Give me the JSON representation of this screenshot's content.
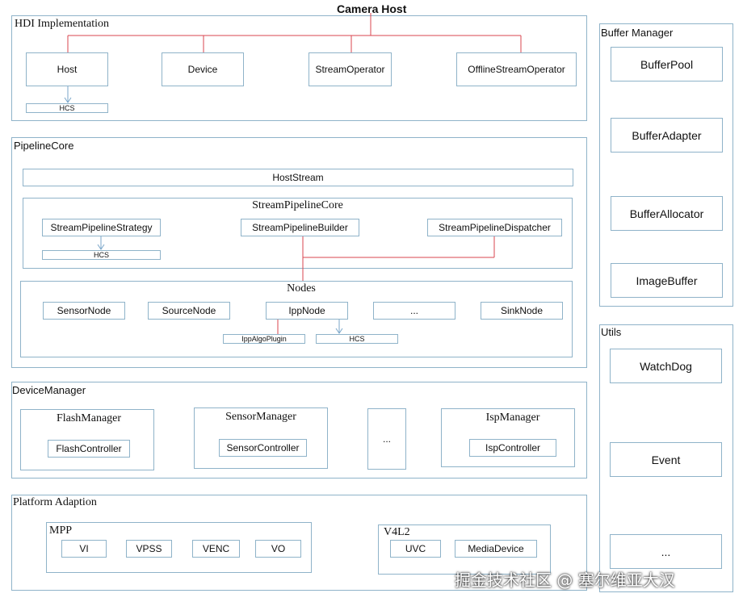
{
  "title": "Camera Host",
  "hdi": {
    "label": "HDI Implementation",
    "host": "Host",
    "device": "Device",
    "stream_operator": "StreamOperator",
    "offline_stream_operator": "OfflineStreamOperator",
    "hcs": "HCS"
  },
  "pipeline": {
    "label": "PipelineCore",
    "host_stream": "HostStream",
    "core": {
      "label": "StreamPipelineCore",
      "strategy": "StreamPipelineStrategy",
      "builder": "StreamPipelineBuilder",
      "dispatcher": "StreamPipelineDispatcher",
      "hcs": "HCS"
    },
    "nodes": {
      "label": "Nodes",
      "sensor": "SensorNode",
      "source": "SourceNode",
      "ipp": "IppNode",
      "more": "...",
      "sink": "SinkNode",
      "algo_plugin": "IppAlgoPlugin",
      "hcs": "HCS"
    }
  },
  "device_manager": {
    "label": "DeviceManager",
    "flash": {
      "label": "FlashManager",
      "controller": "FlashController"
    },
    "sensor": {
      "label": "SensorManager",
      "controller": "SensorController"
    },
    "more": "...",
    "isp": {
      "label": "IspManager",
      "controller": "IspController"
    }
  },
  "platform": {
    "label": "Platform Adaption",
    "mpp": {
      "label": "MPP",
      "items": [
        "VI",
        "VPSS",
        "VENC",
        "VO"
      ]
    },
    "v4l2": {
      "label": "V4L2",
      "uvc": "UVC",
      "media_device": "MediaDevice"
    }
  },
  "buffer_manager": {
    "label": "Buffer Manager",
    "items": [
      "BufferPool",
      "BufferAdapter",
      "BufferAllocator",
      "ImageBuffer"
    ]
  },
  "utils": {
    "label": "Utils",
    "items": [
      "WatchDog",
      "Event",
      "..."
    ]
  },
  "watermark": "掘金技术社区 @ 塞尔维亚大汉",
  "colors": {
    "border": "#8fb3c9",
    "connector": "#d9464f",
    "arrow": "#7aa6c9"
  }
}
